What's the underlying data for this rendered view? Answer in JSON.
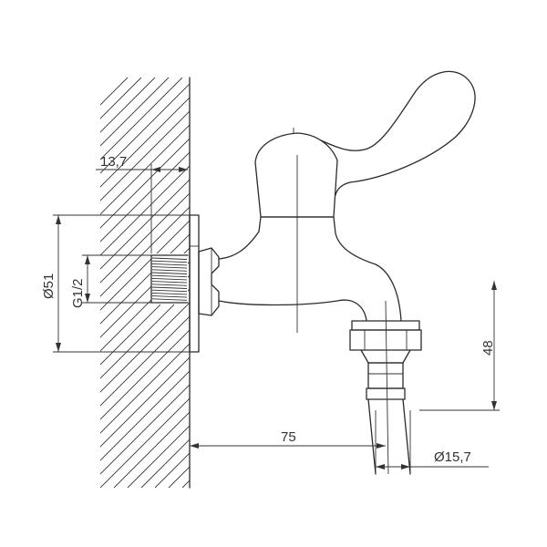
{
  "dimensions": {
    "wall_depth": "13,7",
    "flange_diameter": "Ø51",
    "thread": "G1/2",
    "spout_height": "48",
    "projection": "75",
    "outlet_diameter": "Ø15,7"
  }
}
